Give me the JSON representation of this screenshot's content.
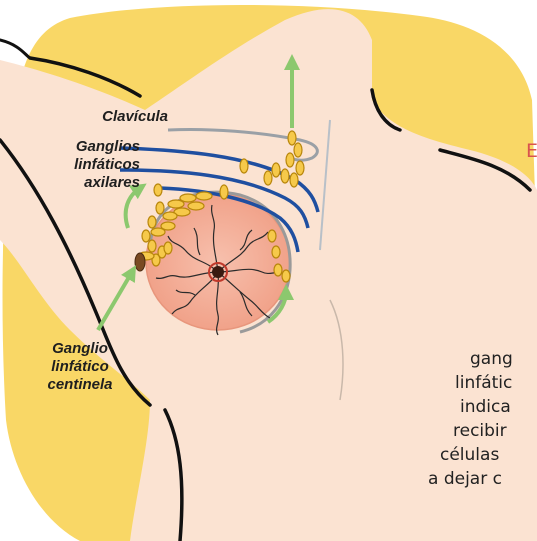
{
  "labels": {
    "clavicle": "Clavícula",
    "axillary_nodes_line1": "Ganglios",
    "axillary_nodes_line2": "linfáticos",
    "axillary_nodes_line3": "axilares",
    "sentinel_node_line1": "Ganglio",
    "sentinel_node_line2": "linfático",
    "sentinel_node_line3": "centinela"
  },
  "side_text": {
    "red_fragment": "E",
    "lines": [
      "gang",
      "linfátic",
      "indica",
      "recibir",
      "células",
      "a dejar c"
    ]
  },
  "colors": {
    "background_blob": "#f9d766",
    "skin": "#fbe3d2",
    "breast_tissue": "#f4b39d",
    "lymph_node": "#f6c94a",
    "sentinel_node": "#7a4a22",
    "lymph_vessel": "#1f4fa0",
    "arrow": "#8cc86e",
    "outline": "#111111",
    "side_red": "#d9534f"
  }
}
